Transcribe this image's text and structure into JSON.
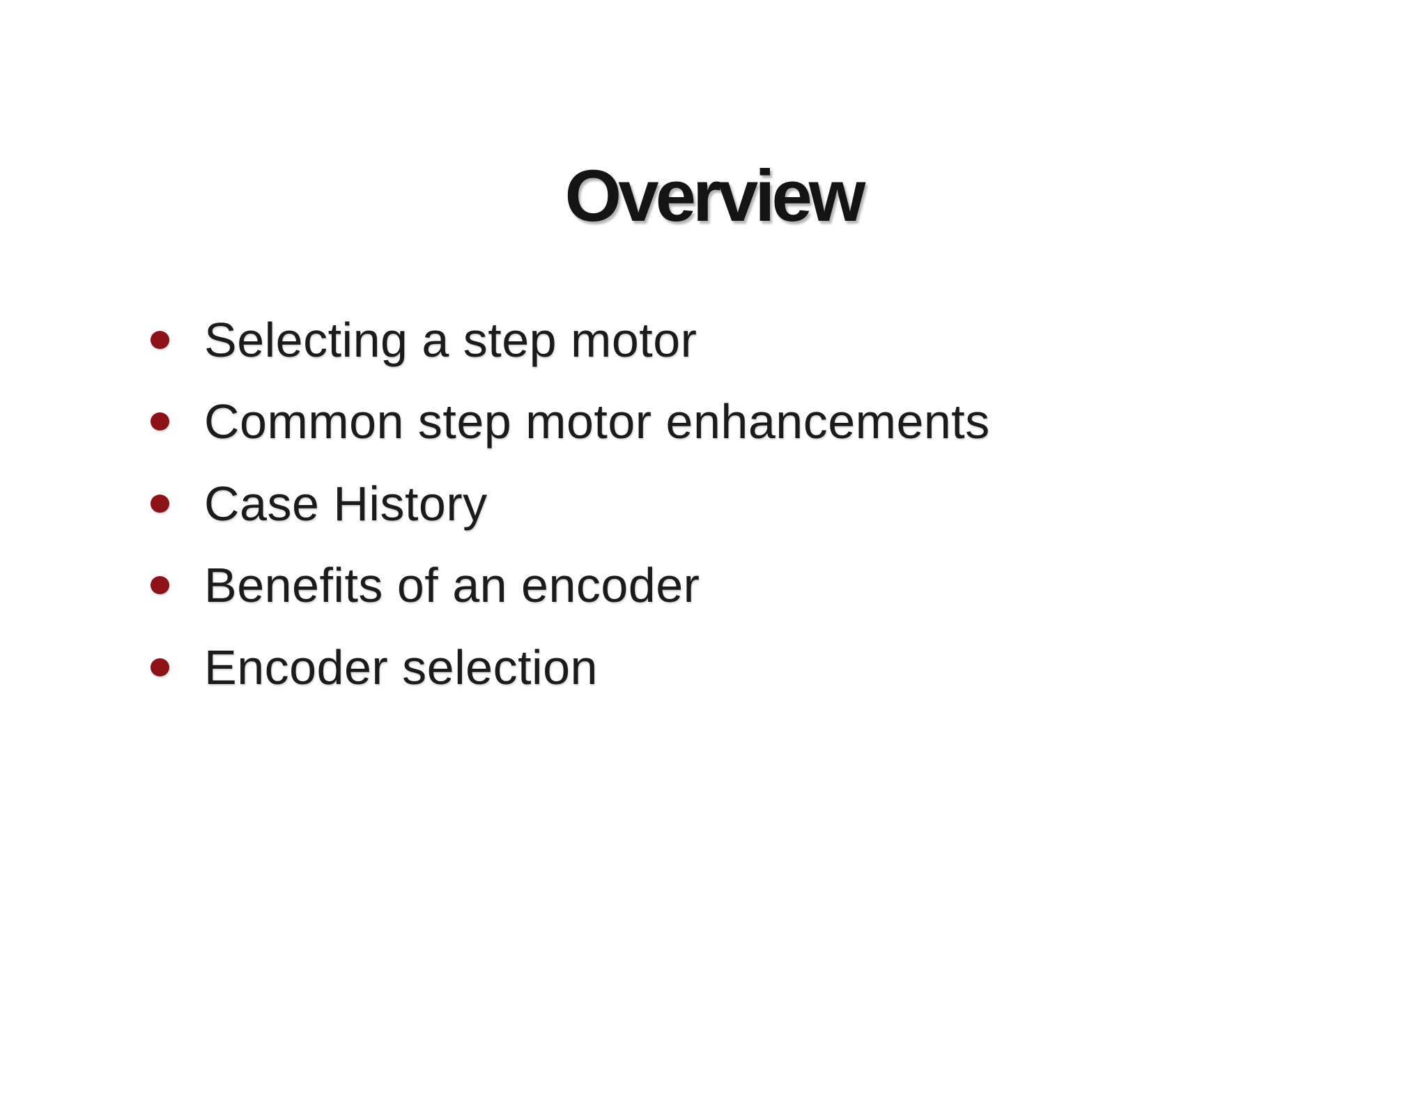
{
  "slide": {
    "title": "Overview",
    "bullets": [
      "Selecting a step motor",
      "Common step motor enhancements",
      "Case History",
      "Benefits of an encoder",
      "Encoder selection"
    ]
  },
  "colors": {
    "bullet_dot": "#8c1218",
    "title_text": "#141414",
    "body_text": "#1b1b1b",
    "background": "#ffffff"
  }
}
